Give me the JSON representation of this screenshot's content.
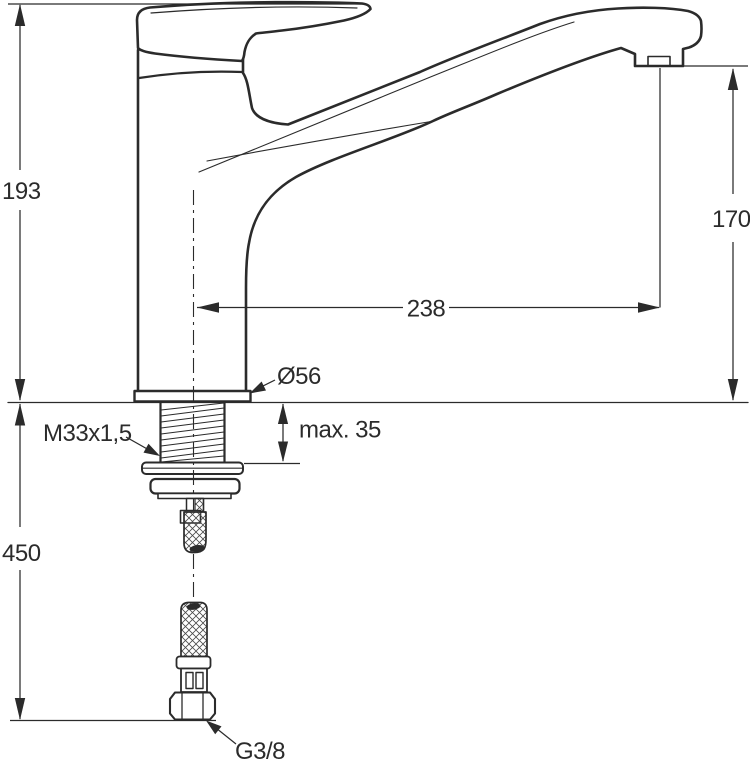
{
  "drawing": {
    "kind": "faucet-installation-technical-drawing",
    "units_implied": "mm",
    "line_color": "#2b2b2b",
    "background": "#ffffff",
    "labels": {
      "height_overall": "193",
      "outlet_height": "170",
      "spout_reach": "238",
      "base_diameter": "Ø56",
      "deck_thickness": "max. 35",
      "shank_thread": "M33x1,5",
      "hose_length": "450",
      "hose_connection": "G3/8"
    }
  }
}
